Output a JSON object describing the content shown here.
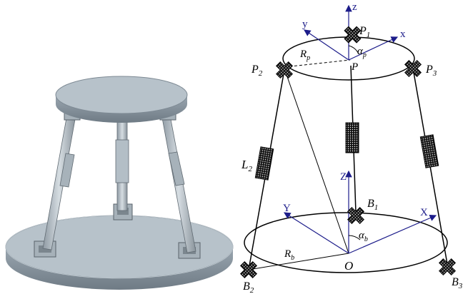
{
  "left_panel": {
    "name": "3d-platform-render"
  },
  "right_panel": {
    "name": "kinematic-schematic",
    "labels": {
      "z_top": "z",
      "x_top": "x",
      "y_top": "y",
      "P1_base": "P",
      "P1_sub": "1",
      "P2_base": "P",
      "P2_sub": "2",
      "P3_base": "P",
      "P3_sub": "3",
      "P": "P",
      "Rp_base": "R",
      "Rp_sub": "p",
      "alpha_p_base": "α",
      "alpha_p_sub": "p",
      "L2_base": "L",
      "L2_sub": "2",
      "Z_base": "Z",
      "Y_base": "Y",
      "X_base": "X",
      "B1_base": "B",
      "B1_sub": "1",
      "B2_base": "B",
      "B2_sub": "2",
      "B3_base": "B",
      "B3_sub": "3",
      "Rb_base": "R",
      "Rb_sub": "b",
      "alpha_b_base": "α",
      "alpha_b_sub": "b",
      "O": "O"
    },
    "colors": {
      "axis_blue": "#1c1c8a",
      "line": "#000000"
    }
  }
}
